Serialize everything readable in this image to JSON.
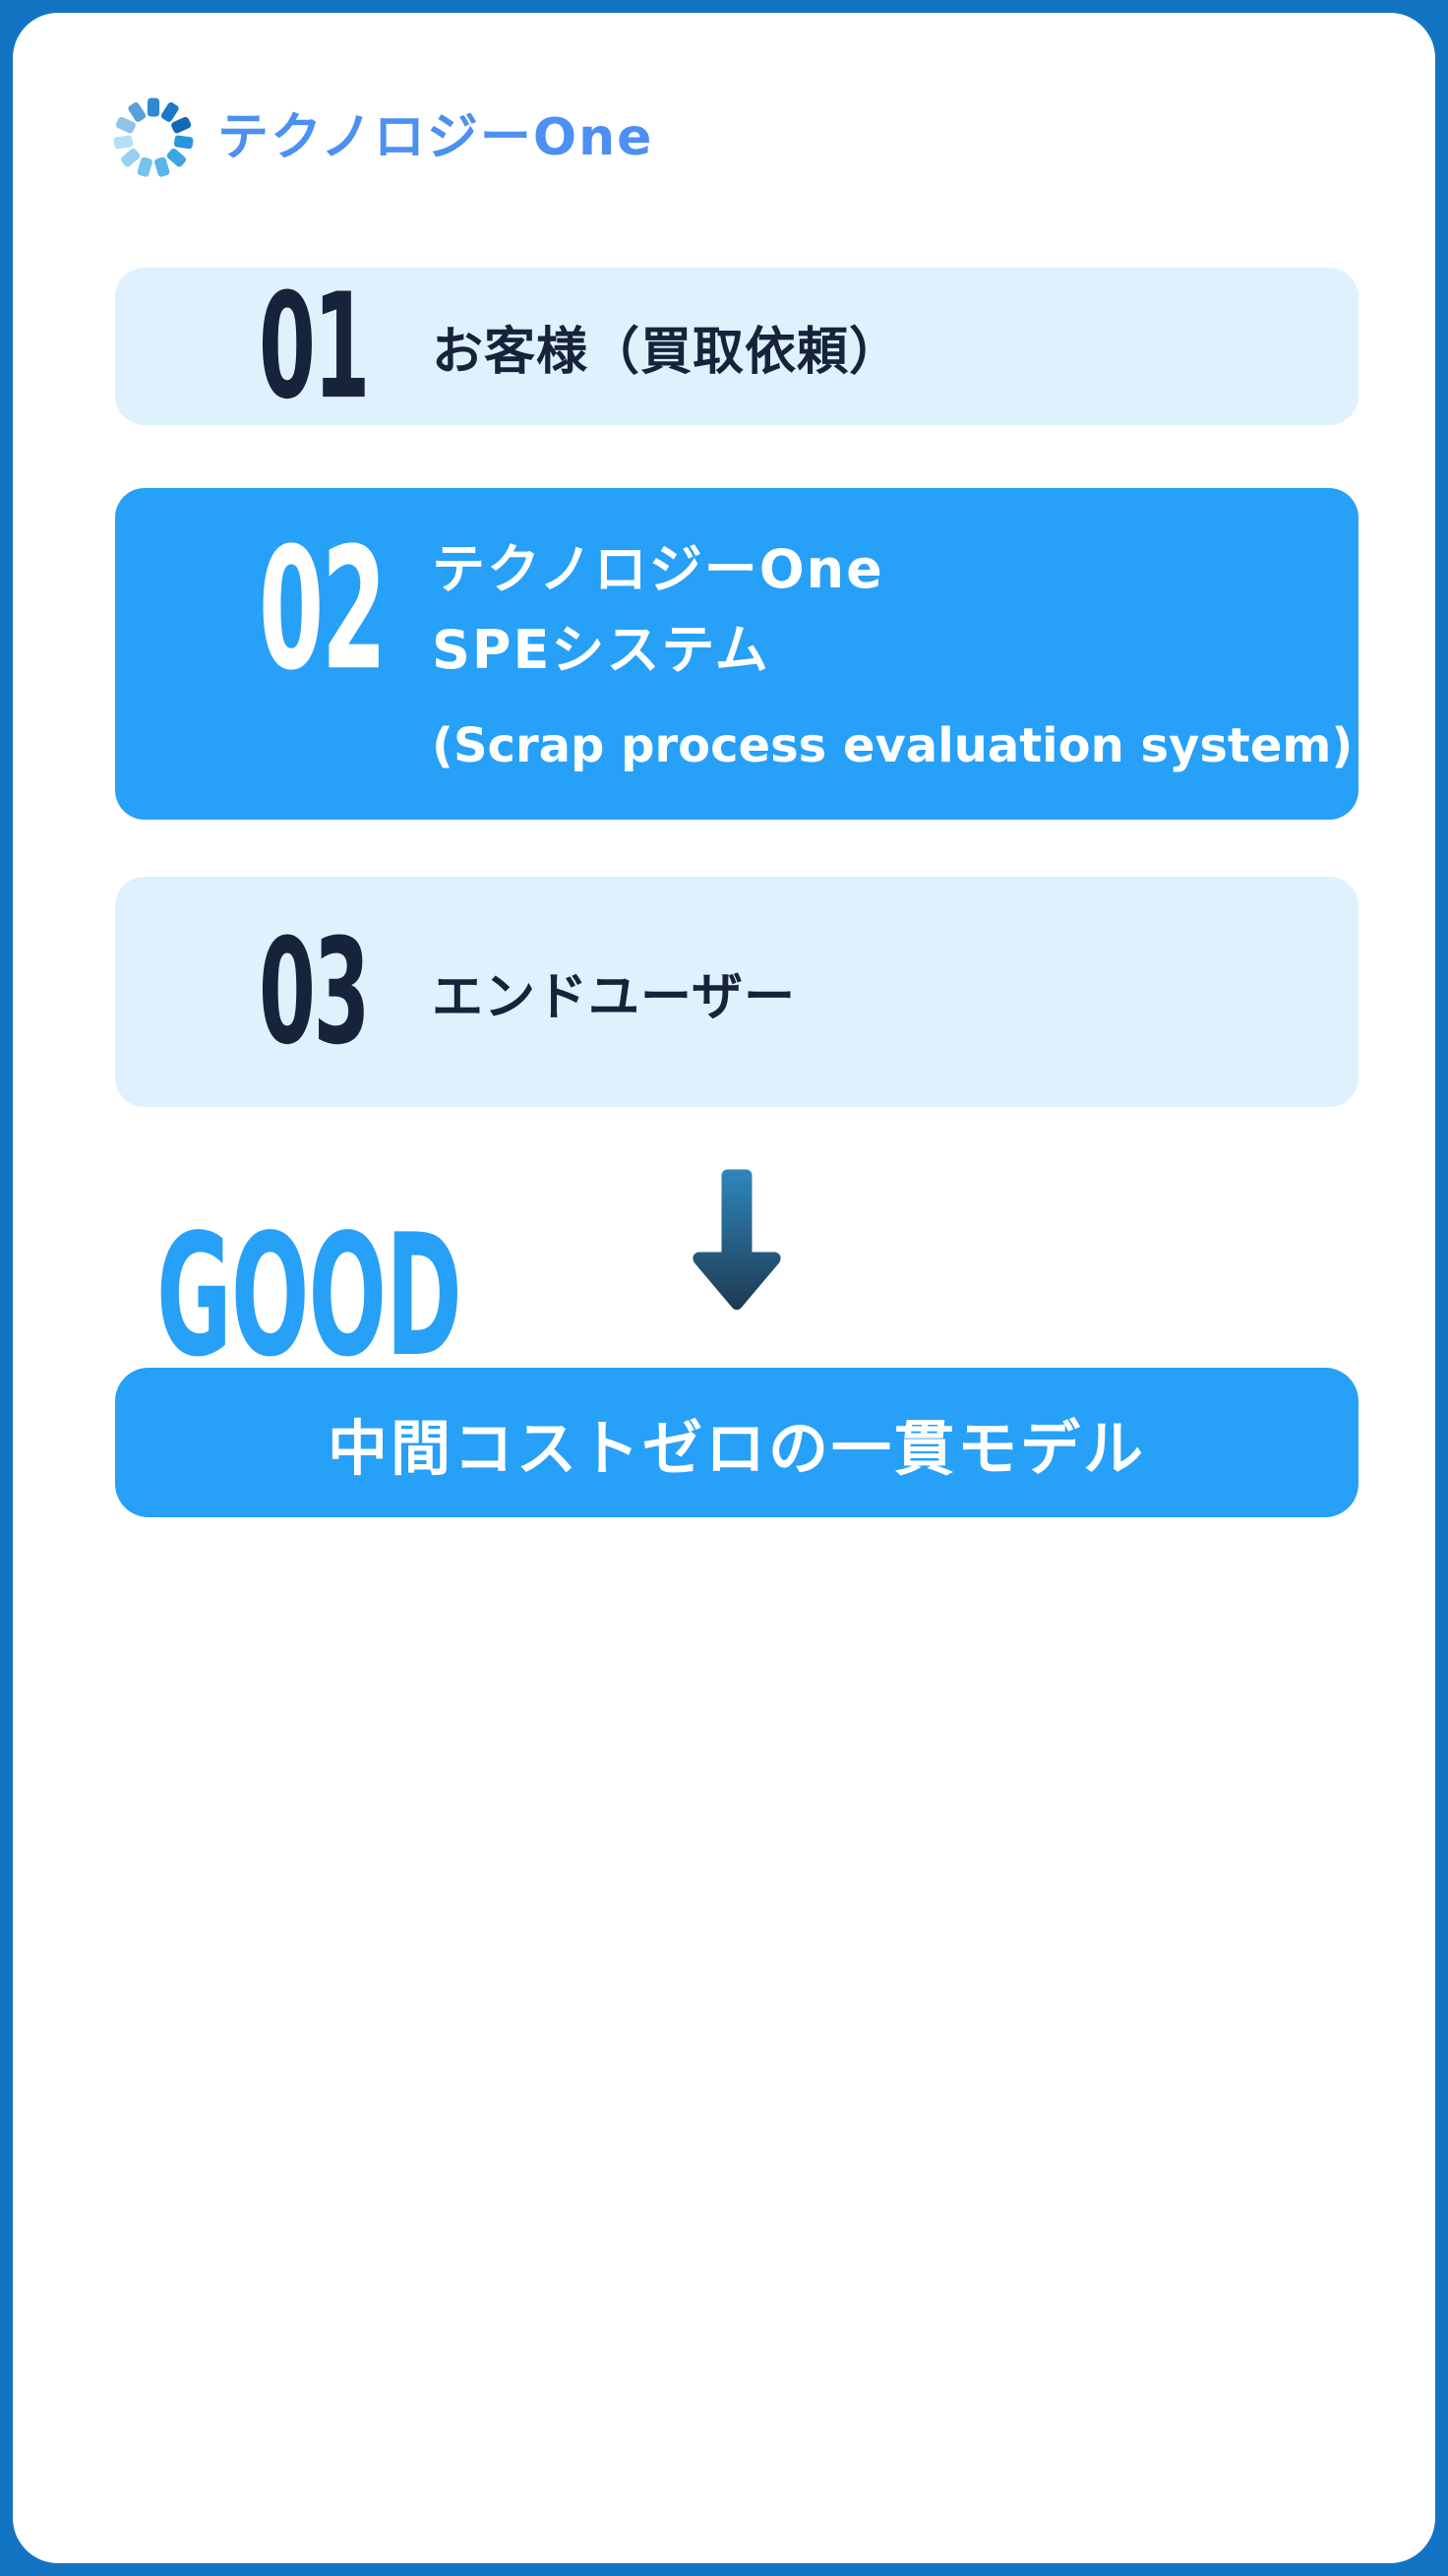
{
  "colors": {
    "accent_blue": "#27A0F7",
    "light_blue": "#DEF1FC",
    "dark_navy": "#16233A",
    "logo_blue": "#4B90F2",
    "border_blue": "#1273C2",
    "arrow_gradient_top": "#2E86BC",
    "arrow_gradient_bottom": "#1F3A52"
  },
  "logo": {
    "text": "テクノロジーOne",
    "icon": "spinner-ring-icon",
    "spinner_colors": [
      "#2E89D4",
      "#1C78C8",
      "#1168B6",
      "#2B96DE",
      "#3AA6E4",
      "#58B6EA",
      "#76C3EE",
      "#97D0F3",
      "#B5DFF8",
      "#8FC3EA",
      "#5A9FD9"
    ]
  },
  "steps": [
    {
      "number": "01",
      "label": "お客様（買取依頼）",
      "variant": "light"
    },
    {
      "number": "02",
      "line1": "テクノロジーOne",
      "line2": "SPEシステム",
      "subline": "(Scrap process evaluation system)",
      "variant": "blue"
    },
    {
      "number": "03",
      "label": "エンドユーザー",
      "variant": "light"
    }
  ],
  "flow": {
    "arrow_icon": "down-arrow",
    "good_label": "GOOD"
  },
  "result_banner": {
    "text": "中間コストゼロの一貫モデル"
  }
}
